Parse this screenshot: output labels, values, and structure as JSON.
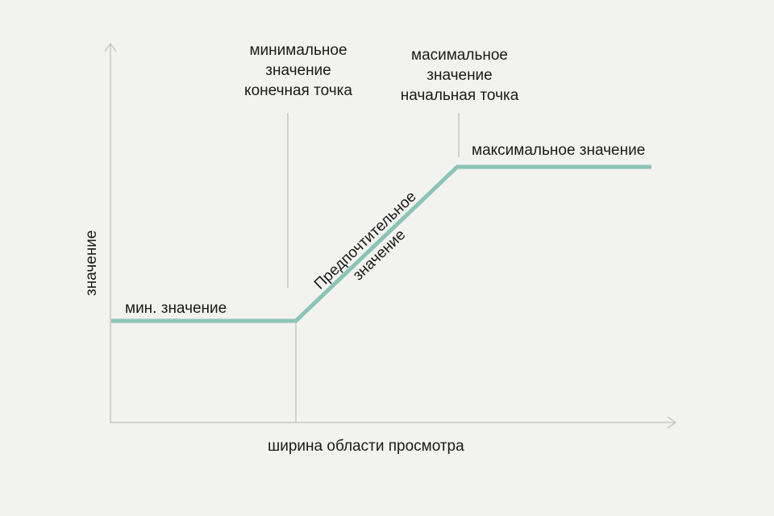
{
  "diagram": {
    "x_axis_label": "ширина области просмотра",
    "y_axis_label": "значение",
    "min_value_label": "мин. значение",
    "max_value_label": "максимальное значение",
    "min_breakpoint": {
      "line1": "минимальное",
      "line2": "значение",
      "line3": "конечная точка"
    },
    "max_breakpoint": {
      "line1": "масимальное",
      "line2": "значение",
      "line3": "начальная точка"
    },
    "preferred_value": {
      "line1": "Предпочтительное",
      "line2": "значение"
    },
    "colors": {
      "background": "#f2f2ef",
      "curve": "#8cc3b8",
      "axis": "#c8c8c6",
      "text": "#1a1a1a"
    }
  }
}
